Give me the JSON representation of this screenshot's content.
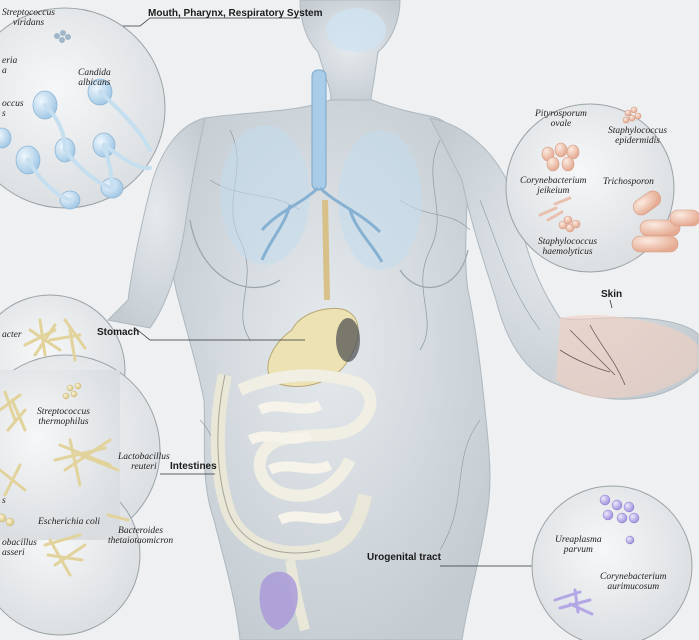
{
  "labels": {
    "mouth": "Mouth, Pharynx, Respiratory System",
    "stomach": "Stomach",
    "intestines": "Intestines",
    "skin": "Skin",
    "urogenital": "Urogenital tract"
  },
  "mouth_species": {
    "strep_viridans": [
      "Streptococcus",
      "viridans"
    ],
    "candida": [
      "Candida",
      "albicans"
    ],
    "cut_a": [
      "eria",
      "a"
    ],
    "cut_b": [
      "occus",
      "s"
    ]
  },
  "skin_species": {
    "pityrosporum": [
      "Pityrosporum",
      "ovale"
    ],
    "staph_epi": [
      "Staphylococcus",
      "epidermidis"
    ],
    "coryne_j": [
      "Corynebacterium",
      "jeikeium"
    ],
    "trichosporon": [
      "Trichosporon"
    ],
    "staph_haem": [
      "Staphylococcus",
      "haemolyticus"
    ]
  },
  "gut_species": {
    "cut_top": [
      "acter"
    ],
    "strep_thermo": [
      "Streptococcus",
      "thermophilus"
    ],
    "lacto_reuteri": [
      "Lactobacillus",
      "reuteri"
    ],
    "cut_s": [
      "s"
    ],
    "ecoli": [
      "Escherichia coli"
    ],
    "bacteroides": [
      "Bacteroides",
      "thetaiotaomicron"
    ],
    "lacto_gasseri": [
      "obacillus",
      "asseri"
    ]
  },
  "uro_species": {
    "ureaplasma": [
      "Ureaplasma",
      "parvum"
    ],
    "coryne_a": [
      "Corynebacterium",
      "aurimucosum"
    ]
  },
  "colors": {
    "background": "#eef0f2",
    "body": "#d3dade",
    "respiratory": "#b9d7ee",
    "candida": "#c5dff1",
    "skin_cells": "#f0c9b5",
    "gut_bacteria": "#eadba4",
    "ureaplasma": "#b3a7e6",
    "bladder": "#a99ad8"
  }
}
